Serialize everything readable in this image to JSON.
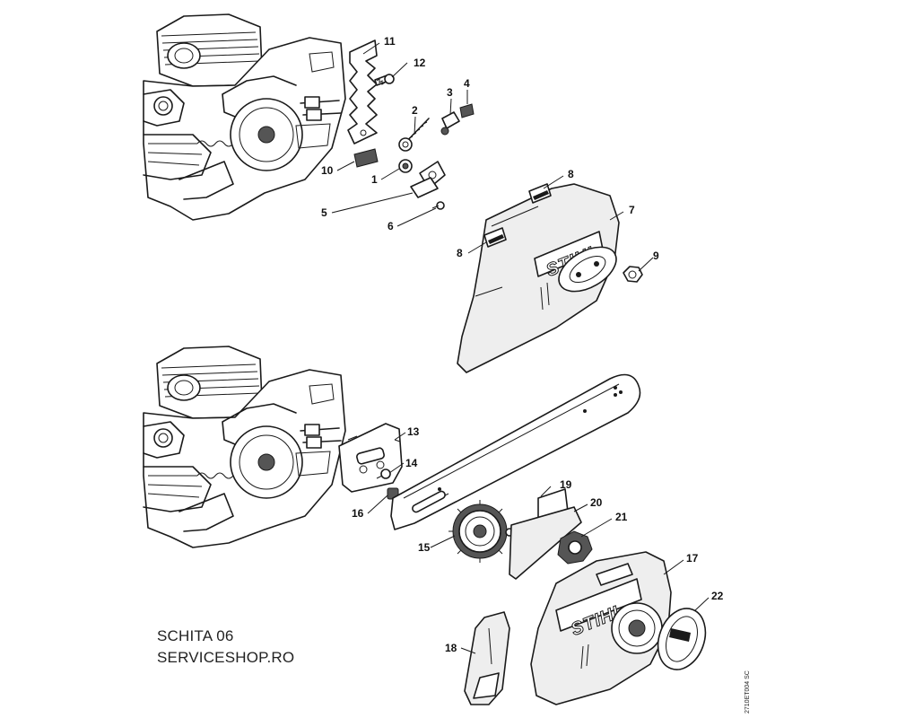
{
  "caption": {
    "line1": "SCHITA 06",
    "line2": "SERVICESHOP.RO"
  },
  "drawing_code": "2710ET004 SC",
  "brand_logo": "STIHL",
  "part_numbers": [
    "1",
    "2",
    "3",
    "4",
    "5",
    "6",
    "7",
    "8",
    "8",
    "9",
    "10",
    "11",
    "12",
    "13",
    "14",
    "15",
    "16",
    "17",
    "18",
    "19",
    "20",
    "21",
    "22"
  ]
}
